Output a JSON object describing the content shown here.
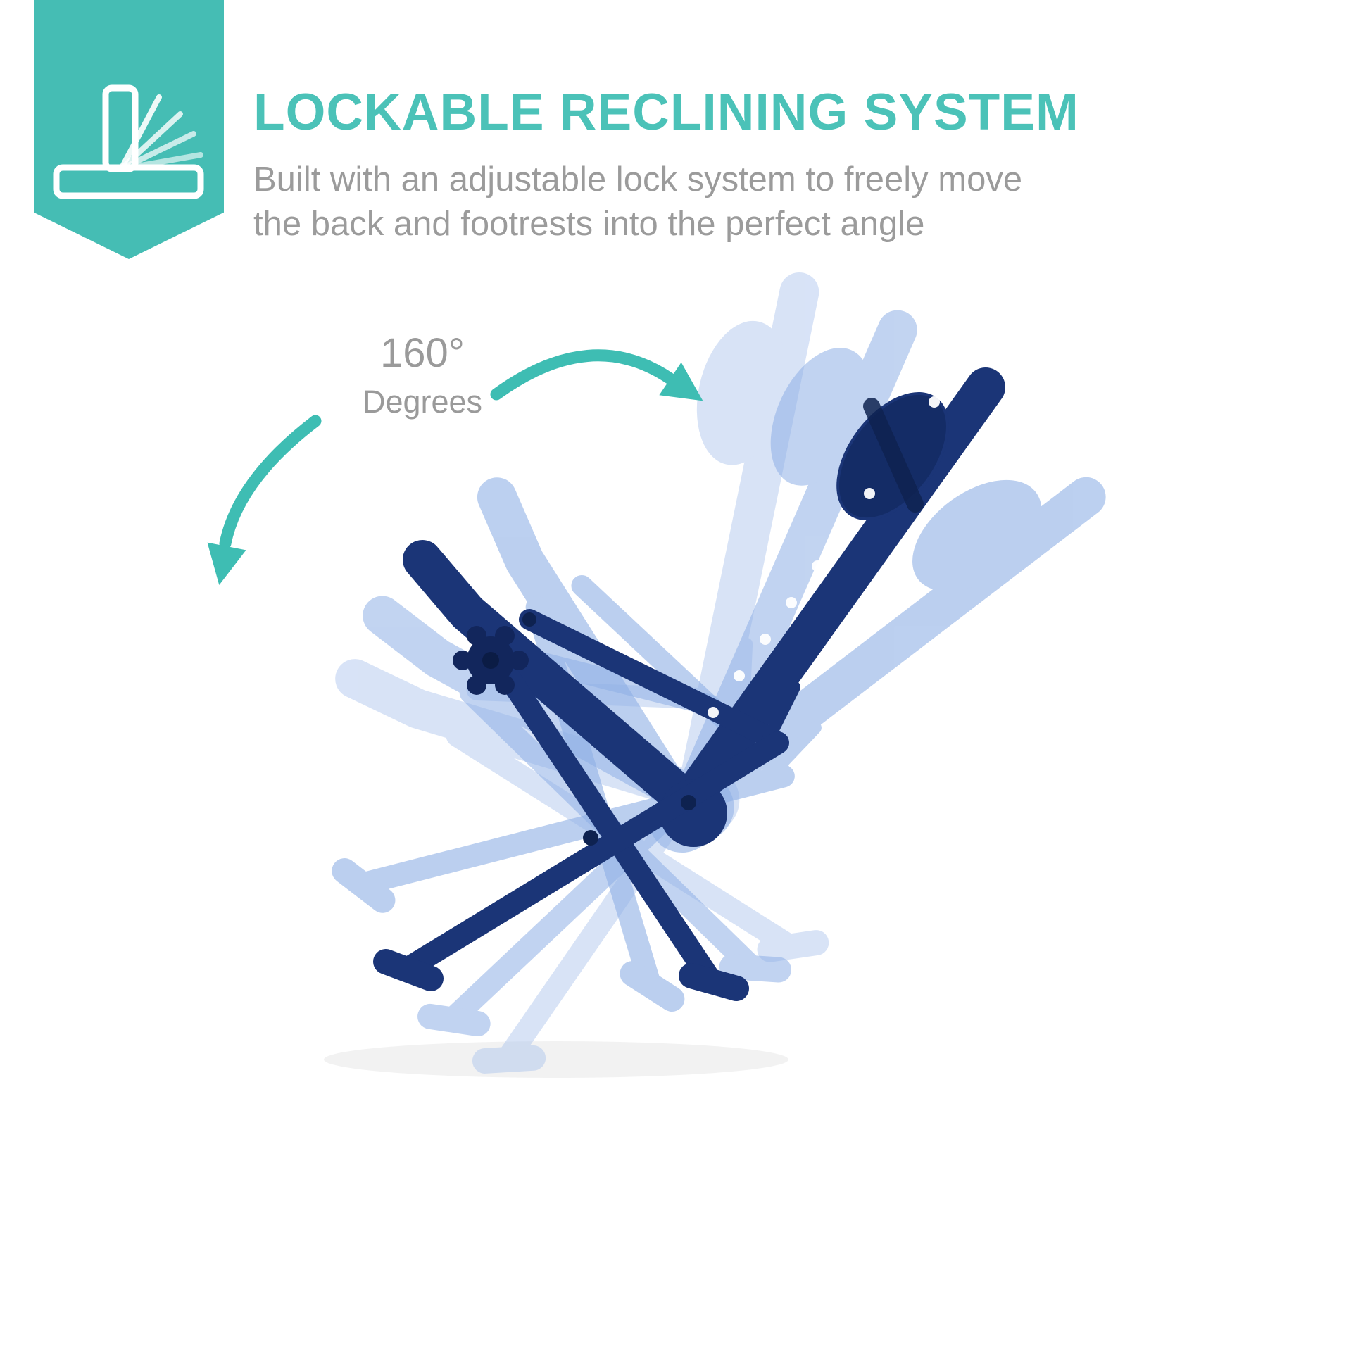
{
  "colors": {
    "teal_banner": "#45BDB4",
    "teal_title": "#4BC2B8",
    "teal_arrow": "#3EBDB3",
    "navy_chair": "#1B3577",
    "ghost_blue": "#8FB0E6",
    "text_gray": "#9B9B9B"
  },
  "banner": {
    "icon": "recline-adjust-icon"
  },
  "header": {
    "title": "LOCKABLE RECLINING SYSTEM",
    "subtitle_line1": "Built with an adjustable lock system to freely move",
    "subtitle_line2": "the back and footrests into the perfect angle"
  },
  "annotation": {
    "value": "160°",
    "label": "Degrees"
  },
  "illustration": {
    "alt": "Side view of a navy zero gravity recliner chair with light blue ghost silhouettes showing upright and fully reclined positions"
  }
}
